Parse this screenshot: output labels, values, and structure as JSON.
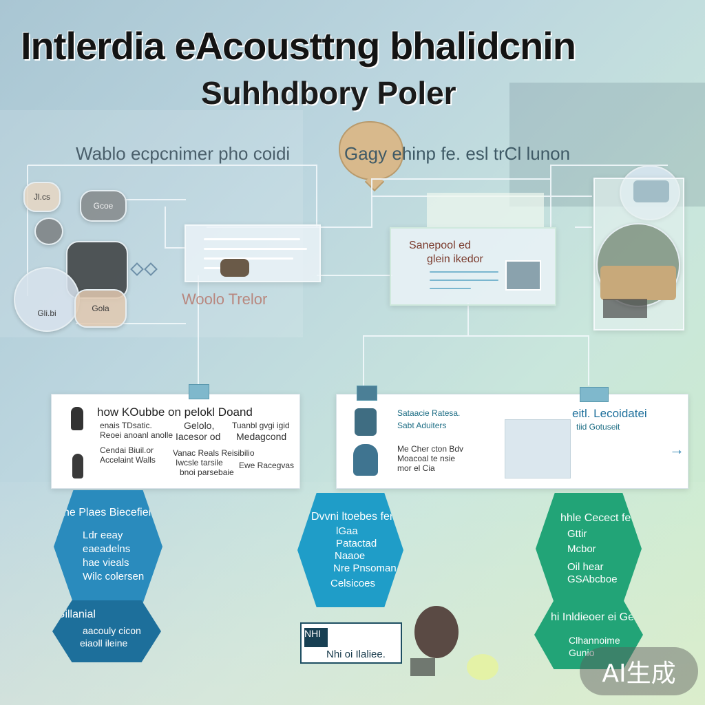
{
  "header": {
    "title": "Intlerdia eAcousttng bhalidcnin",
    "subtitle": "Suhhdbory Poler",
    "caption_left": "Wablo ecpcnimer pho coidi",
    "caption_right": "Gagy ehinp fe. esl trCl lunon"
  },
  "diagram": {
    "left_nodes": [
      {
        "label": "Jl.cs"
      },
      {
        "label": "Gcoe"
      },
      {
        "label": "Gli.bi"
      },
      {
        "label": "Gola"
      }
    ],
    "center_panel": {
      "line1": "Sanepool ed",
      "line2": "glein ikedor"
    },
    "left_panel_caption": "Woolo Trelor"
  },
  "cards": {
    "left": {
      "title": "how KOubbe on pelokl Doand",
      "rows": [
        [
          "enais TDsatic.",
          "Gelolo,",
          "Tuanbl gvgi igid"
        ],
        [
          "Reoei anoanl anolle",
          "Iacesor od",
          "Medagcond"
        ],
        [
          "Cendai Biuil.or",
          "Vanac Reals Reisibilio"
        ],
        [
          "Accelaint Walls",
          "Iwcsle tarsile",
          "Ewe Racegvas"
        ],
        [
          "",
          "bnoi parsebaie",
          ""
        ]
      ]
    },
    "middle": {
      "items": [
        "Sataacie Ratesa.",
        "Sabt Aduiters",
        "Me Cher cton Bdv",
        "Moacoal te nsie",
        "mor el Cia"
      ]
    },
    "right": {
      "title": "eitl. Lecoidatei",
      "subtitle": "tiid Gotuseit"
    }
  },
  "hexes": [
    {
      "title": "he Plaes Biecefien",
      "lines": [
        "Ldr eeay",
        "eaeadelns",
        "hae vieals",
        "Wilc colersen"
      ]
    },
    {
      "title": "Dvvni ltoebes fer",
      "lines": [
        "lGaa",
        "Patactad",
        "Naaoe",
        "Nre Pnsoman",
        "Celsicoes"
      ]
    },
    {
      "title": "hhle Cecect fe",
      "lines": [
        "Gttir",
        "Mcbor",
        "Oil hear",
        "GSAbcboe"
      ]
    },
    {
      "title": "Gillanial",
      "lines": [
        "aacouly cicon",
        "eiaoll ileine"
      ]
    },
    {
      "title": "NHI",
      "lines": [
        "Nhi oi Ilaliee."
      ]
    },
    {
      "title": "hi Inldieoer ei Ge",
      "lines": [
        "Clhannoime",
        "Gunio"
      ]
    }
  ],
  "badge": "AI生成",
  "colors": {
    "blue": "#2a8bbd",
    "cyan": "#1f9dc8",
    "green": "#22a477",
    "navy": "#1d6f9b"
  }
}
